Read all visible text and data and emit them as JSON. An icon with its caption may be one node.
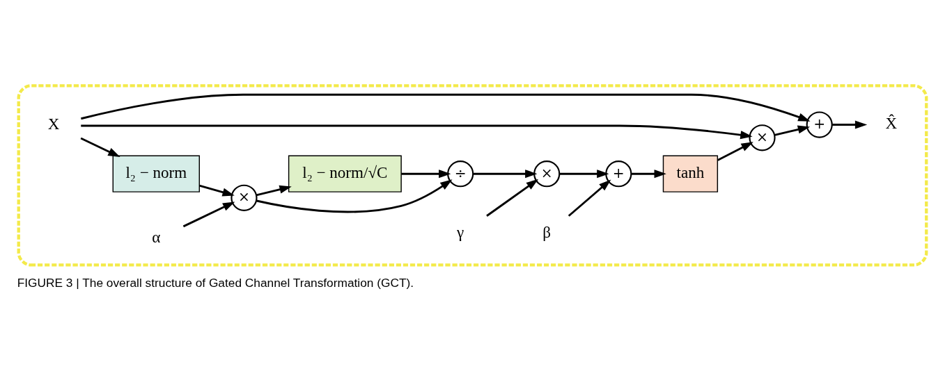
{
  "diagram": {
    "caption": "FIGURE 3 | The overall structure of Gated Channel Transformation (GCT).",
    "nodes": [
      {
        "text": [],
        "shape": "box"
      },
      {
        "text": [
          "X"
        ],
        "in": 0
      },
      {
        "text": [
          "l₂ − norm"
        ],
        "in": 0
      },
      {
        "text": [
          "α"
        ],
        "in": 0
      },
      {
        "text": [
          "×"
        ],
        "in": 0
      },
      {
        "text": [
          "÷"
        ],
        "in": 0
      },
      {
        "text": [
          "l₂ − norm/√C"
        ],
        "in": 0
      },
      {
        "text": [
          "γ"
        ],
        "in": 0
      },
      {
        "text": [
          "×"
        ],
        "in": 0
      },
      {
        "text": [
          "β"
        ],
        "in": 0
      },
      {
        "text": [
          "+"
        ],
        "in": 0
      },
      {
        "text": [
          "tanh"
        ],
        "in": 0
      },
      {
        "text": [
          "×"
        ],
        "in": 0
      },
      {
        "text": [
          "+"
        ],
        "in": 0
      },
      {
        "text": [
          "X̂"
        ],
        "in": 0
      }
    ],
    "edges": [
      {
        "from": 1,
        "to": 2,
        "arrow": "to"
      },
      {
        "from": 1,
        "to": 12,
        "arrow": "to"
      },
      {
        "from": 1,
        "to": 13,
        "arrow": "to"
      },
      {
        "from": 2,
        "to": 4,
        "arrow": "to"
      },
      {
        "from": 3,
        "to": 4,
        "arrow": "to"
      },
      {
        "from": 4,
        "to": 5,
        "arrow": "to"
      },
      {
        "from": 4,
        "to": 6,
        "arrow": "to"
      },
      {
        "from": 6,
        "to": 5,
        "arrow": "to"
      },
      {
        "from": 5,
        "to": 8,
        "arrow": "to"
      },
      {
        "from": 7,
        "to": 8,
        "arrow": "to"
      },
      {
        "from": 8,
        "to": 10,
        "arrow": "to"
      },
      {
        "from": 9,
        "to": 10,
        "arrow": "to"
      },
      {
        "from": 10,
        "to": 11,
        "arrow": "to"
      },
      {
        "from": 11,
        "to": 12,
        "arrow": "to"
      },
      {
        "from": 12,
        "to": 13,
        "arrow": "to"
      },
      {
        "from": 13,
        "to": 14,
        "arrow": "to"
      }
    ]
  }
}
